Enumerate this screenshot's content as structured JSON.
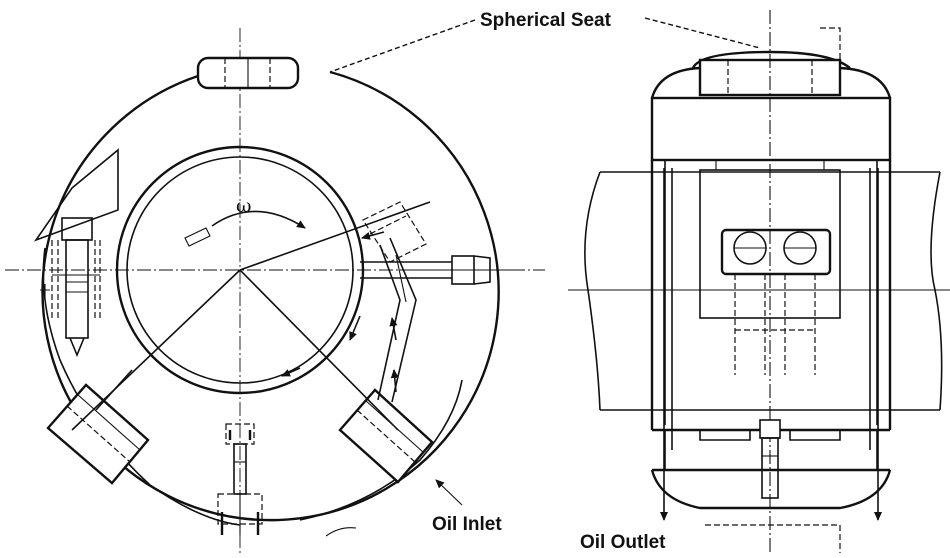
{
  "labels": {
    "spherical_seat": "Spherical Seat",
    "oil_inlet": "Oil Inlet",
    "oil_outlet": "Oil Outlet",
    "rotation_symbol": "ω"
  }
}
